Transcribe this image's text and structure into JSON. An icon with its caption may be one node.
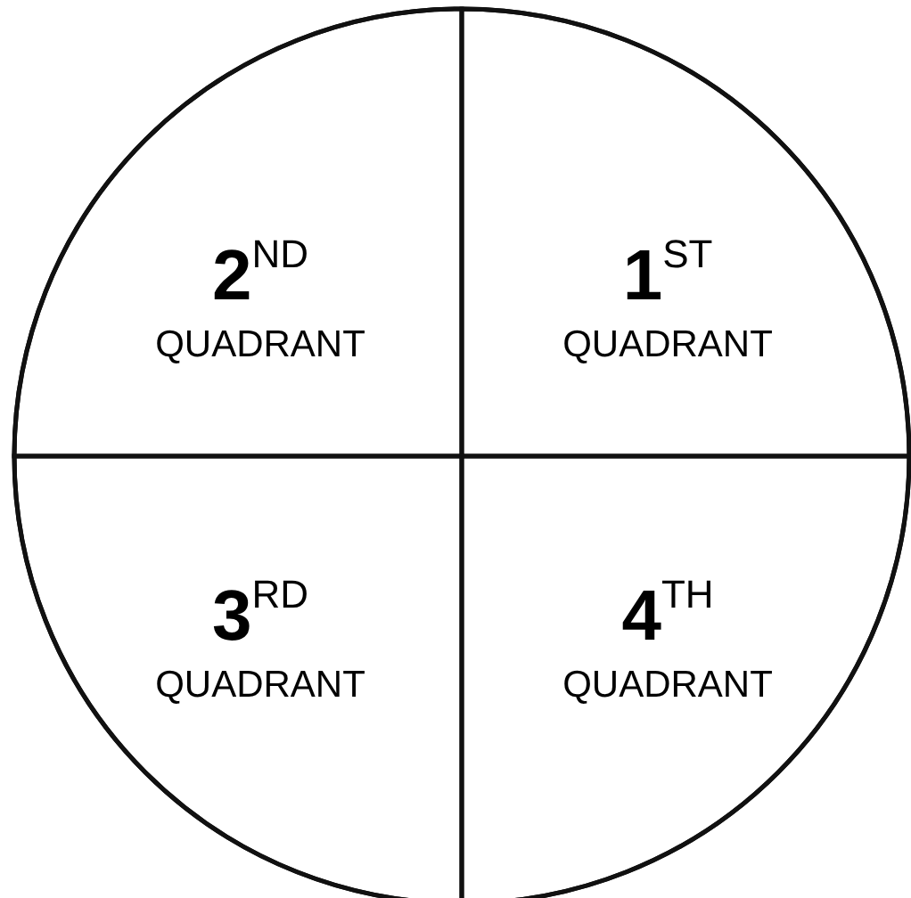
{
  "diagram": {
    "nodes": [
      {
        "text": [],
        "shape": "circle"
      },
      {
        "text": [
          "2$^{ND}$",
          "QUADRANT"
        ],
        "in": 0
      },
      {
        "text": [
          "1$^{ST}$",
          "QUADRANT"
        ],
        "in": 0
      },
      {
        "text": [
          "3$^{RD}$",
          "QUADRANT"
        ],
        "in": 0
      },
      {
        "text": [
          "4$^{TH}$",
          "QUADRANT"
        ],
        "in": 0
      }
    ],
    "edges": []
  }
}
